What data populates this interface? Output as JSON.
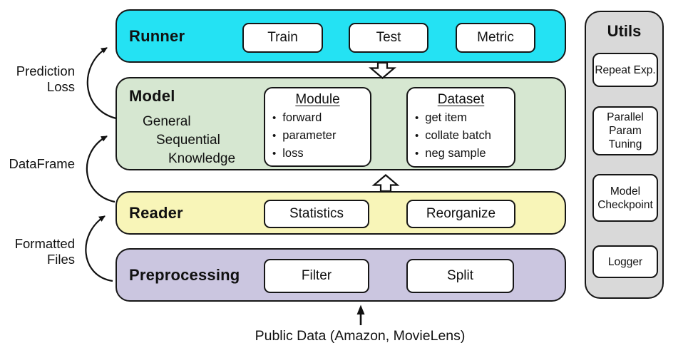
{
  "layers": {
    "runner": {
      "title": "Runner",
      "color": "#24e2f3",
      "buttons": [
        "Train",
        "Test",
        "Metric"
      ]
    },
    "model": {
      "title": "Model",
      "color": "#d6e7d1",
      "desc": [
        "General",
        "Sequential",
        "Knowledge"
      ],
      "module": {
        "title": "Module",
        "bullets": [
          "forward",
          "parameter",
          "loss"
        ]
      },
      "dataset": {
        "title": "Dataset",
        "bullets": [
          "get item",
          "collate batch",
          "neg sample"
        ]
      }
    },
    "reader": {
      "title": "Reader",
      "color": "#f8f5b8",
      "buttons": [
        "Statistics",
        "Reorganize"
      ]
    },
    "preprocessing": {
      "title": "Preprocessing",
      "color": "#cbc6e0",
      "buttons": [
        "Filter",
        "Split"
      ]
    }
  },
  "utils": {
    "title": "Utils",
    "color": "#d9d9d9",
    "items": [
      "Repeat Exp.",
      "Parallel Param Tuning",
      "Model Checkpoint",
      "Logger"
    ]
  },
  "flow_labels": {
    "prediction_loss": {
      "line1": "Prediction",
      "line2": "Loss"
    },
    "dataframe": {
      "line1": "DataFrame"
    },
    "formatted_files": {
      "line1": "Formatted",
      "line2": "Files"
    }
  },
  "source_label": "Public Data (Amazon, MovieLens)"
}
